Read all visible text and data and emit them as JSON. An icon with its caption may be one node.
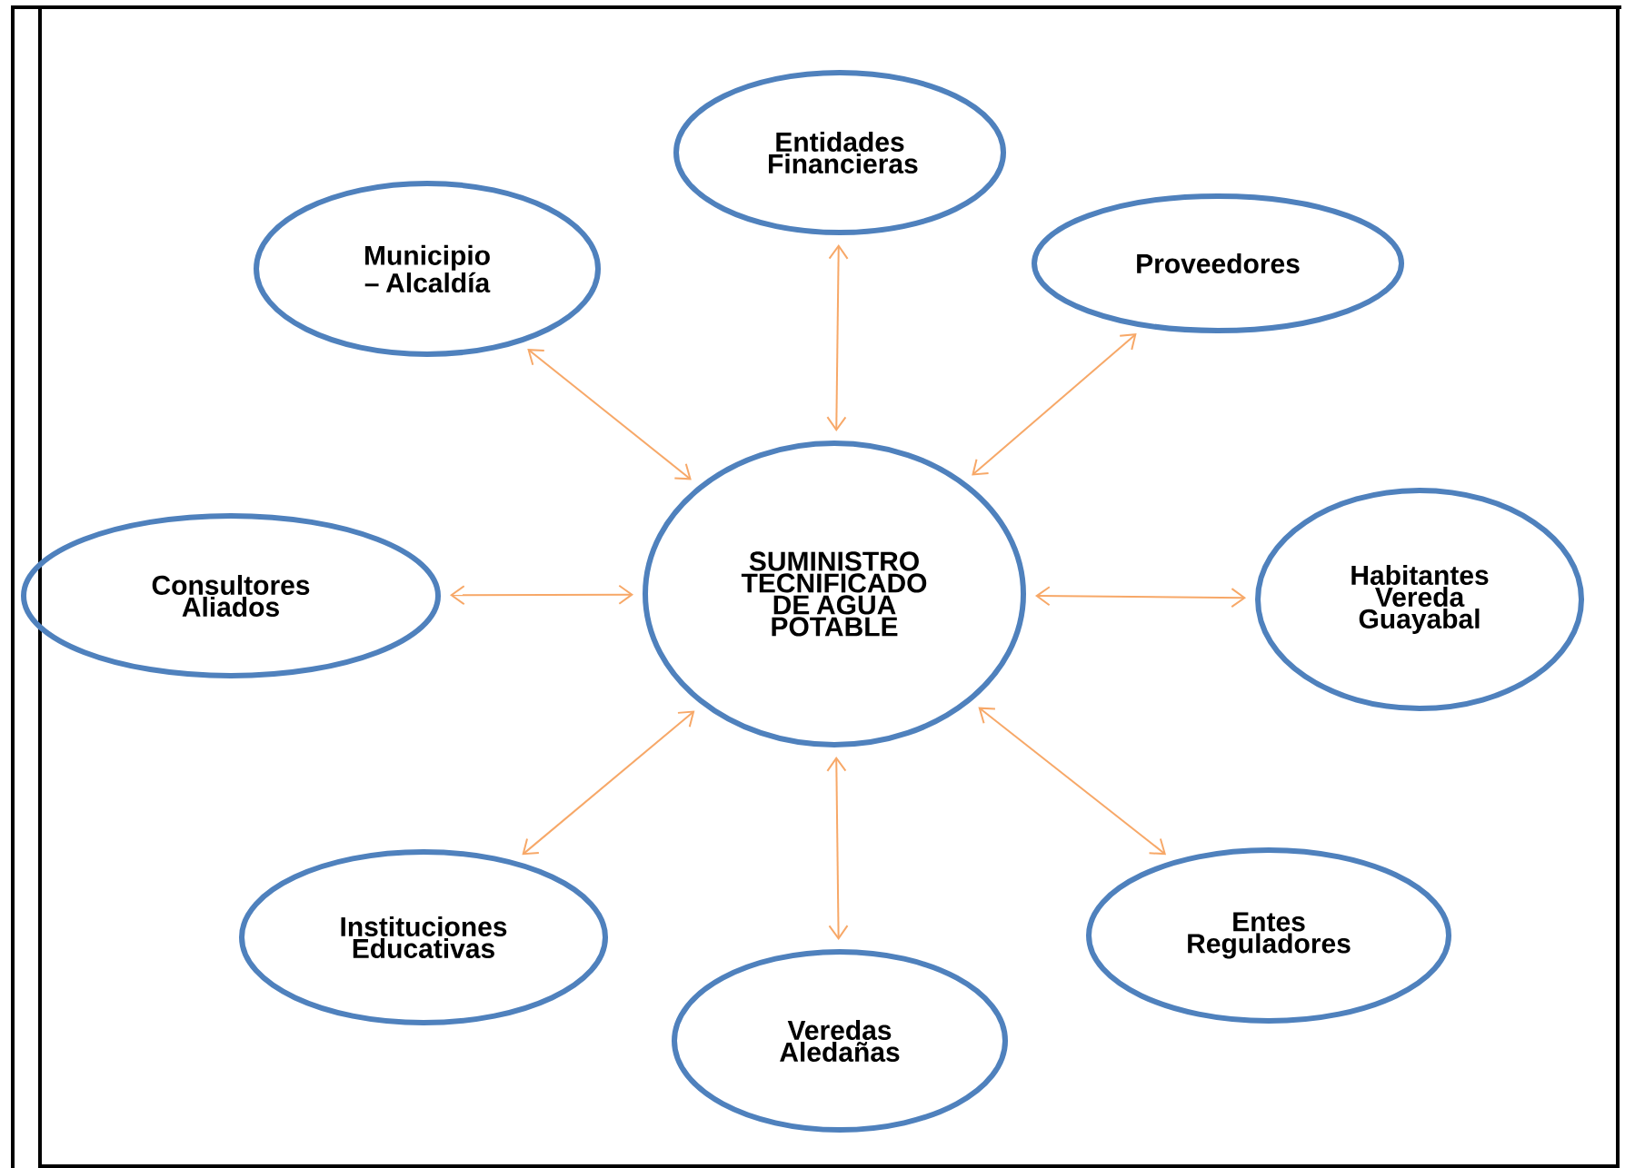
{
  "diagram": {
    "nodes": [
      {
        "text": [
          "Entidades Financieras"
        ]
      },
      {
        "text": [
          "Municipio – Alcaldía"
        ]
      },
      {
        "text": [
          "Proveedores"
        ]
      },
      {
        "text": [
          "Consultores Aliados"
        ]
      },
      {
        "text": [
          "SUMINISTRO TECNIFICADO DE AGUA POTABLE"
        ]
      },
      {
        "text": [
          "Habitantes Vereda Guayabal"
        ]
      },
      {
        "text": [
          "Instituciones Educativas"
        ]
      },
      {
        "text": [
          "Entes Reguladores"
        ]
      },
      {
        "text": [
          "Veredas Aledañas"
        ]
      }
    ],
    "edges": [
      {
        "from": 4,
        "to": 0,
        "arrow": "both"
      },
      {
        "from": 4,
        "to": 1,
        "arrow": "both"
      },
      {
        "from": 4,
        "to": 2,
        "arrow": "both"
      },
      {
        "from": 4,
        "to": 3,
        "arrow": "both"
      },
      {
        "from": 4,
        "to": 5,
        "arrow": "both"
      },
      {
        "from": 4,
        "to": 6,
        "arrow": "both"
      },
      {
        "from": 4,
        "to": 7,
        "arrow": "both"
      },
      {
        "from": 4,
        "to": 8,
        "arrow": "both"
      }
    ]
  }
}
